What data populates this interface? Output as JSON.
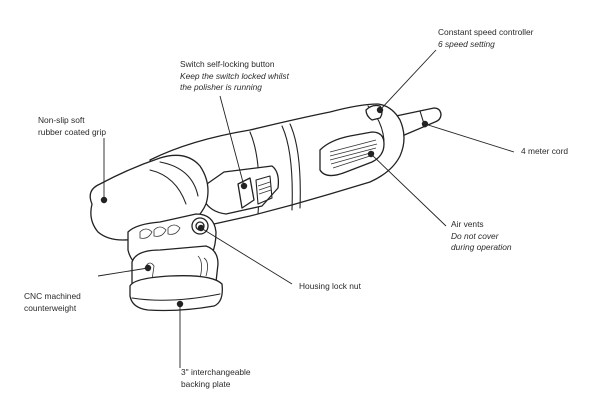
{
  "callouts": {
    "speed_controller": {
      "name": "Constant speed controller",
      "note": "6 speed setting"
    },
    "switch_button": {
      "name": "Switch self-locking button",
      "note_line1": "Keep the switch locked whilst",
      "note_line2": "the polisher is running"
    },
    "grip": {
      "name_line1": "Non-slip soft",
      "name_line2": "rubber coated grip"
    },
    "cord": {
      "name": "4 meter cord"
    },
    "air_vents": {
      "name": "Air vents",
      "note_line1": "Do not cover",
      "note_line2": "during operation"
    },
    "lock_nut": {
      "name": "Housing lock nut"
    },
    "counterweight": {
      "name_line1": "CNC machined",
      "name_line2": "counterweight"
    },
    "backing_plate": {
      "name_line1": "3\" interchangeable",
      "name_line2": "backing plate"
    }
  }
}
